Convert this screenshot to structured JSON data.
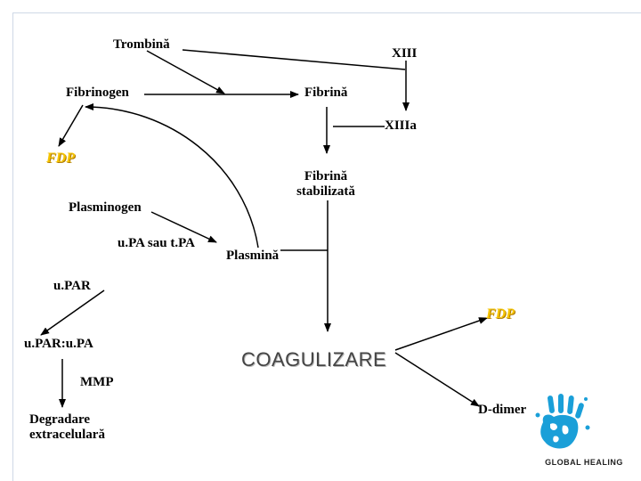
{
  "labels": {
    "trombina": "Trombină",
    "xiii": "XIII",
    "fibrinogen": "Fibrinogen",
    "fibrina": "Fibrină",
    "xiiia": "XIIIa",
    "fdp_top": "FDP",
    "fibrina_stab_1": "Fibrină",
    "fibrina_stab_2": "stabilizată",
    "plasminogen": "Plasminogen",
    "upa_tpa": "u.PA sau t.PA",
    "plasmina": "Plasmină",
    "upar": "u.PAR",
    "fdp_right": "FDP",
    "upar_upa": "u.PAR:u.PA",
    "coagulizare": "COAGULIZARE",
    "mmp": "MMP",
    "degradare_1": "Degradare",
    "degradare_2": "extracelulară",
    "d_dimer": "D-dimer"
  },
  "logo": {
    "text": "GLOBAL HEALING",
    "icon": "hand-globe-icon",
    "colors": {
      "blue": "#1a9fd8",
      "dark": "#222222"
    }
  },
  "colors": {
    "fdp": "#f5c400",
    "arrow": "#000000"
  }
}
